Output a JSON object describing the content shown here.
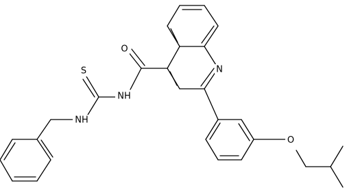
{
  "molecule": {
    "atoms": {
      "carbonyl_oxygen": "O",
      "amide_nh": "NH",
      "quinoline_nitrogen": "N",
      "thiocarbonyl_sulfur": "S",
      "benzyl_nh": "NH",
      "ether_oxygen": "O"
    }
  },
  "colors": {
    "bond": "#000000",
    "label": "#000000",
    "background": "#ffffff"
  }
}
